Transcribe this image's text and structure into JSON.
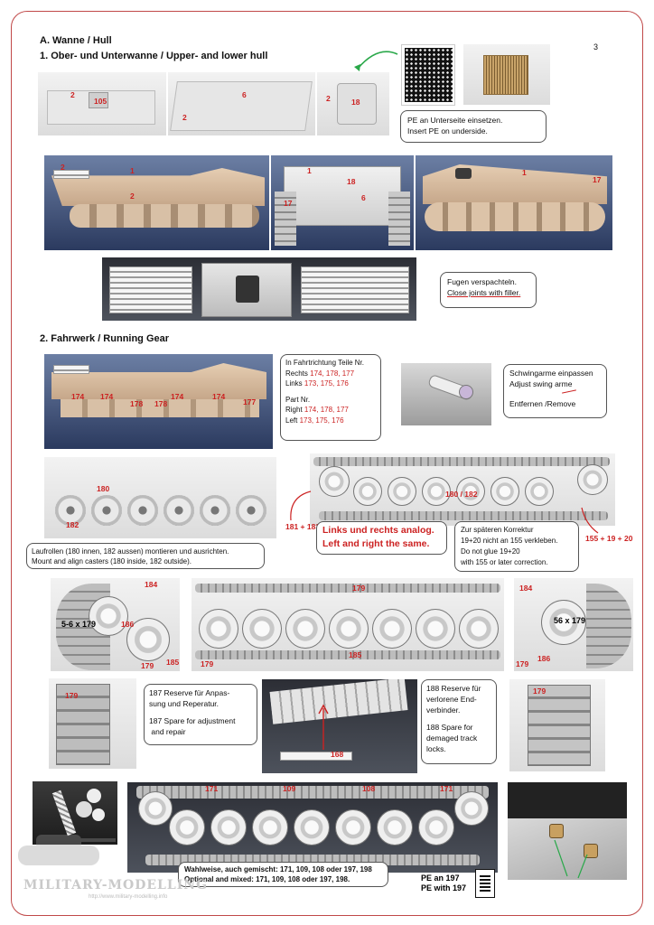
{
  "page_number": "3",
  "section_a": {
    "title": "A. Wanne / Hull",
    "subtitle": "1. Ober- und Unterwanne / Upper- and lower hull"
  },
  "section_2": {
    "title": "2. Fahrwerk / Running Gear"
  },
  "notes": {
    "pe_underside": {
      "line1": "PE an Unterseite einsetzen.",
      "line2": "Insert PE on underside."
    },
    "fill_joints": {
      "line1": "Fugen verspachteln.",
      "line2": "Close joints with filler."
    },
    "direction": {
      "l1": "In Fahrtrichtung Teile Nr.",
      "l2_prefix": "Rechts ",
      "l2_parts": "174, 178, 177",
      "l3_prefix": "Links ",
      "l3_parts": "173, 175, 176",
      "l4": "Part Nr.",
      "l5_prefix": "Right ",
      "l5_parts": "174, 178, 177",
      "l6_prefix": "Left ",
      "l6_parts": "173, 175, 176"
    },
    "swing_arms": {
      "line1": "Schwingarme einpassen",
      "line2": "Adjust swing arme",
      "line3": "Entfernen /Remove"
    },
    "road_wheels": {
      "line1": "Laufrollen  (180 innen, 182 aussen) montieren und ausrichten.",
      "line2": "Mount and align casters (180 inside, 182 outside)."
    },
    "analog": {
      "line1": "Links und rechts analog.",
      "line2": "Left and right the same."
    },
    "correction": {
      "line1": "Zur späteren Korrektur",
      "line2": "19+20 nicht an 155 verkleben.",
      "line3": "Do not glue 19+20",
      "line4": "with 155 or later correction."
    },
    "spare_187": {
      "line1": "187 Reserve für Anpas-",
      "line2": "sung und Reperatur.",
      "line3": "187  Spare for adjustment",
      "line4": " and repair"
    },
    "spare_188": {
      "line1": "188 Reserve für",
      "line2": "verlorene End-",
      "line3": "verbinder.",
      "line4": "188  Spare for",
      "line5": "demaged track",
      "line6": "locks."
    },
    "optional": {
      "line1": "Wahlweise, auch gemischt: 171, 109, 108 oder 197, 198",
      "line2": "Optional and mixed: 171, 109, 108 oder 197, 198."
    },
    "pe197": {
      "line1": "PE an 197",
      "line2": "PE with 197"
    }
  },
  "callouts": {
    "hull1": [
      "2",
      "105",
      "6",
      "2",
      "2",
      "18"
    ],
    "hull2": [
      "2",
      "1",
      "2",
      "1",
      "18",
      "6",
      "17",
      "1",
      "17"
    ],
    "gear1": [
      "174",
      "174",
      "178",
      "178",
      "174",
      "174",
      "177"
    ],
    "wheels": [
      "180",
      "182"
    ],
    "track": [
      "181 + 183",
      "180 / 182",
      "155 + 19 + 20"
    ],
    "row5": [
      "5-6 x 179",
      "186",
      "185",
      "179",
      "184",
      "179",
      "185",
      "179",
      "184",
      "56 x 179",
      "186",
      "179"
    ],
    "row6": [
      "179",
      "168",
      "179"
    ],
    "row7": [
      "171",
      "109",
      "108",
      "171"
    ]
  },
  "watermark": {
    "brand": "MILITARY-MODELLING",
    "url": "http://www.military-modelling.info"
  }
}
